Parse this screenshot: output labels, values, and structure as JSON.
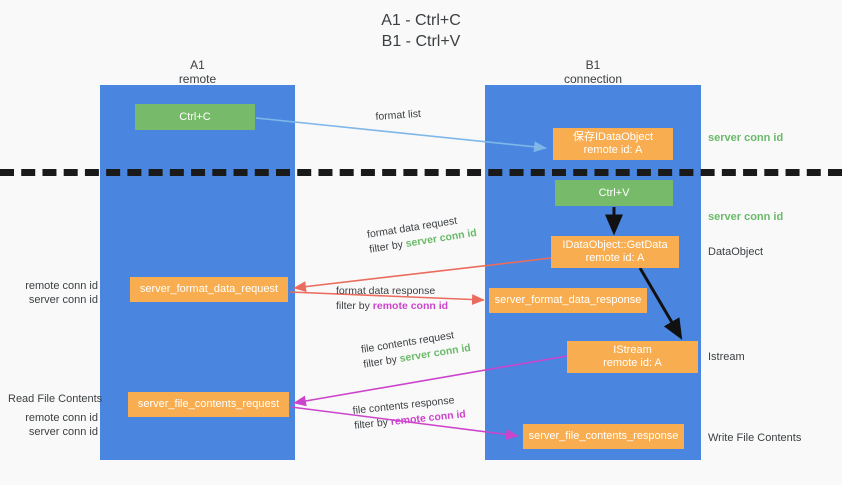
{
  "title": "A1 - Ctrl+C\nB1 - Ctrl+V",
  "lanes": {
    "a1": {
      "header": "A1\nremote"
    },
    "b1": {
      "header": "B1\nconnection"
    }
  },
  "boxes": {
    "ctrl_c": {
      "line1": "Ctrl+C",
      "color": "#77bb6a"
    },
    "idataobject": {
      "line1": "保存IDataObject",
      "line2": "remote id: A",
      "color": "#f8ad50"
    },
    "ctrl_v": {
      "line1": "Ctrl+V",
      "color": "#77bb6a"
    },
    "getdata": {
      "line1": "IDataObject::GetData",
      "line2": "remote id: A",
      "color": "#f8ad50"
    },
    "format_data_request": {
      "line1": "server_format_data_request",
      "color": "#f8ad50"
    },
    "format_data_response": {
      "line1": "server_format_data_response",
      "color": "#f8ad50"
    },
    "istream": {
      "line1": "IStream",
      "line2": "remote id: A",
      "color": "#f8ad50"
    },
    "file_contents_request": {
      "line1": "server_file_contents_request",
      "color": "#f8ad50"
    },
    "file_contents_response": {
      "line1": "server_file_contents_response",
      "color": "#f8ad50"
    }
  },
  "right_labels": {
    "server_conn_id_1": "server conn id",
    "server_conn_id_2": "server conn id",
    "dataobject": "DataObject",
    "istream": "Istream",
    "write_file_contents": "Write File Contents"
  },
  "left_labels": {
    "remote_conn_id_1": "remote conn id",
    "server_conn_id_1": "server conn id",
    "read_file_contents": "Read File Contents",
    "remote_conn_id_2": "remote conn id",
    "server_conn_id_2": "server conn id"
  },
  "edge_labels": {
    "format_list": "format list",
    "format_data_request": {
      "line1": "format data request",
      "prefix": "filter by ",
      "highlight": "server conn id"
    },
    "format_data_response": {
      "line1": "format data response",
      "prefix": "filter by ",
      "highlight": "remote conn id"
    },
    "file_contents_request": {
      "line1": "file contents request",
      "prefix": "filter by ",
      "highlight": "server conn id"
    },
    "file_contents_response": {
      "line1": "file contents response",
      "prefix": "filter by ",
      "highlight": "remote conn id"
    }
  },
  "colors": {
    "lane": "#4a86e0",
    "orange": "#f8ad50",
    "green_box": "#77bb6a",
    "green_text": "#6aba6a",
    "magenta_text": "#cc44cc",
    "arrow_blue": "#7fb8e8",
    "arrow_red": "#ea6c5e",
    "arrow_black": "#111111",
    "arrow_magenta": "#cc44cc",
    "background": "#f9f9f9"
  }
}
